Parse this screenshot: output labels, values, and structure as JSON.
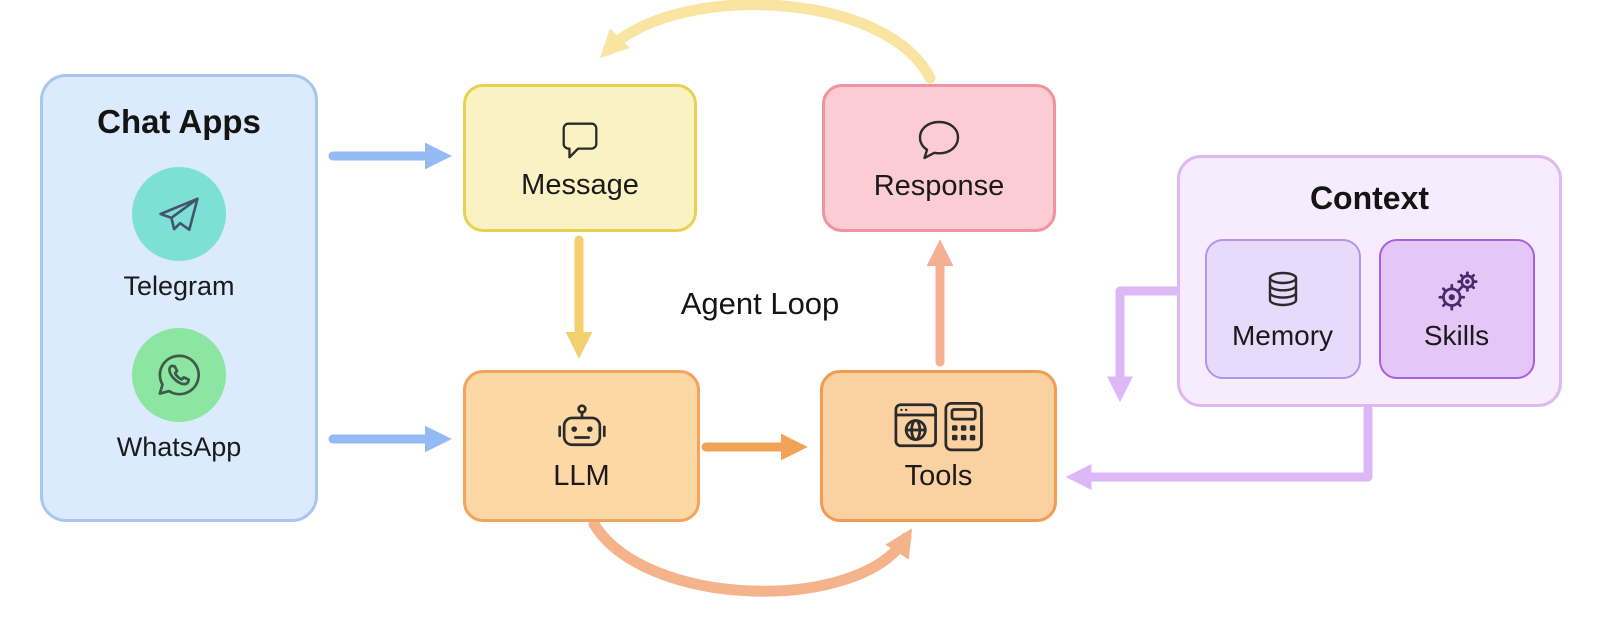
{
  "diagram": {
    "title": "Agent Loop",
    "chat_apps": {
      "title": "Chat Apps",
      "fill": "#dbeafd",
      "border": "#a8c6f0",
      "items": [
        {
          "label": "Telegram",
          "icon": "telegram-icon",
          "circle_color": "#7de0d6"
        },
        {
          "label": "WhatsApp",
          "icon": "whatsapp-icon",
          "circle_color": "#8ce5a1"
        }
      ]
    },
    "nodes": {
      "message": {
        "label": "Message",
        "icon": "chat-bubble-square-icon",
        "fill": "#fbf2c4",
        "border": "#e7d052"
      },
      "response": {
        "label": "Response",
        "icon": "chat-bubble-round-icon",
        "fill": "#fbccd3",
        "border": "#f192a0"
      },
      "llm": {
        "label": "LLM",
        "icon": "robot-icon",
        "fill": "#fcd8a5",
        "border": "#f2a45f"
      },
      "tools": {
        "label": "Tools",
        "icon": "browser-calculator-icon",
        "fill": "#fbd1a2",
        "border": "#f09c55"
      }
    },
    "context": {
      "title": "Context",
      "fill": "#f7ecfd",
      "border": "#dcb9f2",
      "items": [
        {
          "label": "Memory",
          "icon": "database-icon",
          "fill": "#e7dafa",
          "border": "#b494e6"
        },
        {
          "label": "Skills",
          "icon": "gears-icon",
          "fill": "#e4c6f7",
          "border": "#a85fe0"
        }
      ]
    },
    "arrows": [
      {
        "from": "chat-apps",
        "to": "message",
        "color": "#94baf4",
        "style": "straight-right"
      },
      {
        "from": "chat-apps",
        "to": "llm",
        "color": "#94baf4",
        "style": "straight-right"
      },
      {
        "from": "message",
        "to": "llm",
        "color": "#f3cf6f",
        "style": "straight-down"
      },
      {
        "from": "llm",
        "to": "tools",
        "color": "#f2a257",
        "style": "straight-right"
      },
      {
        "from": "tools",
        "to": "response",
        "color": "#f3b093",
        "style": "straight-up"
      },
      {
        "from": "response",
        "to": "message",
        "color": "#f9e4a2",
        "style": "curved-top"
      },
      {
        "from": "llm",
        "to": "tools",
        "color": "#f5b38c",
        "style": "curved-bottom"
      },
      {
        "from": "context",
        "to": "tools",
        "color": "#ddb8f6",
        "style": "elbow-from-memory"
      },
      {
        "from": "context",
        "to": "tools",
        "color": "#ddb8f6",
        "style": "elbow-from-bottom"
      }
    ]
  }
}
